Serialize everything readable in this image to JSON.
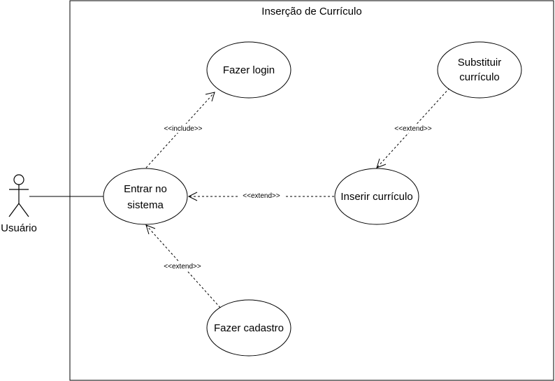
{
  "system": {
    "title": "Inserção de Currículo"
  },
  "actor": {
    "label": "Usuário"
  },
  "use_cases": {
    "fazer_login": "Fazer login",
    "entrar_line1": "Entrar no",
    "entrar_line2": "sistema",
    "substituir_line1": "Substituir",
    "substituir_line2": "currículo",
    "inserir": "Inserir currículo",
    "cadastro": "Fazer cadastro"
  },
  "relations": {
    "include": "<<include>>",
    "extend_inserir": "<<extend>>",
    "extend_substituir": "<<extend>>",
    "extend_cadastro": "<<extend>>"
  },
  "colors": {
    "stroke": "#000000",
    "fill": "#ffffff",
    "background": "#ffffff"
  }
}
